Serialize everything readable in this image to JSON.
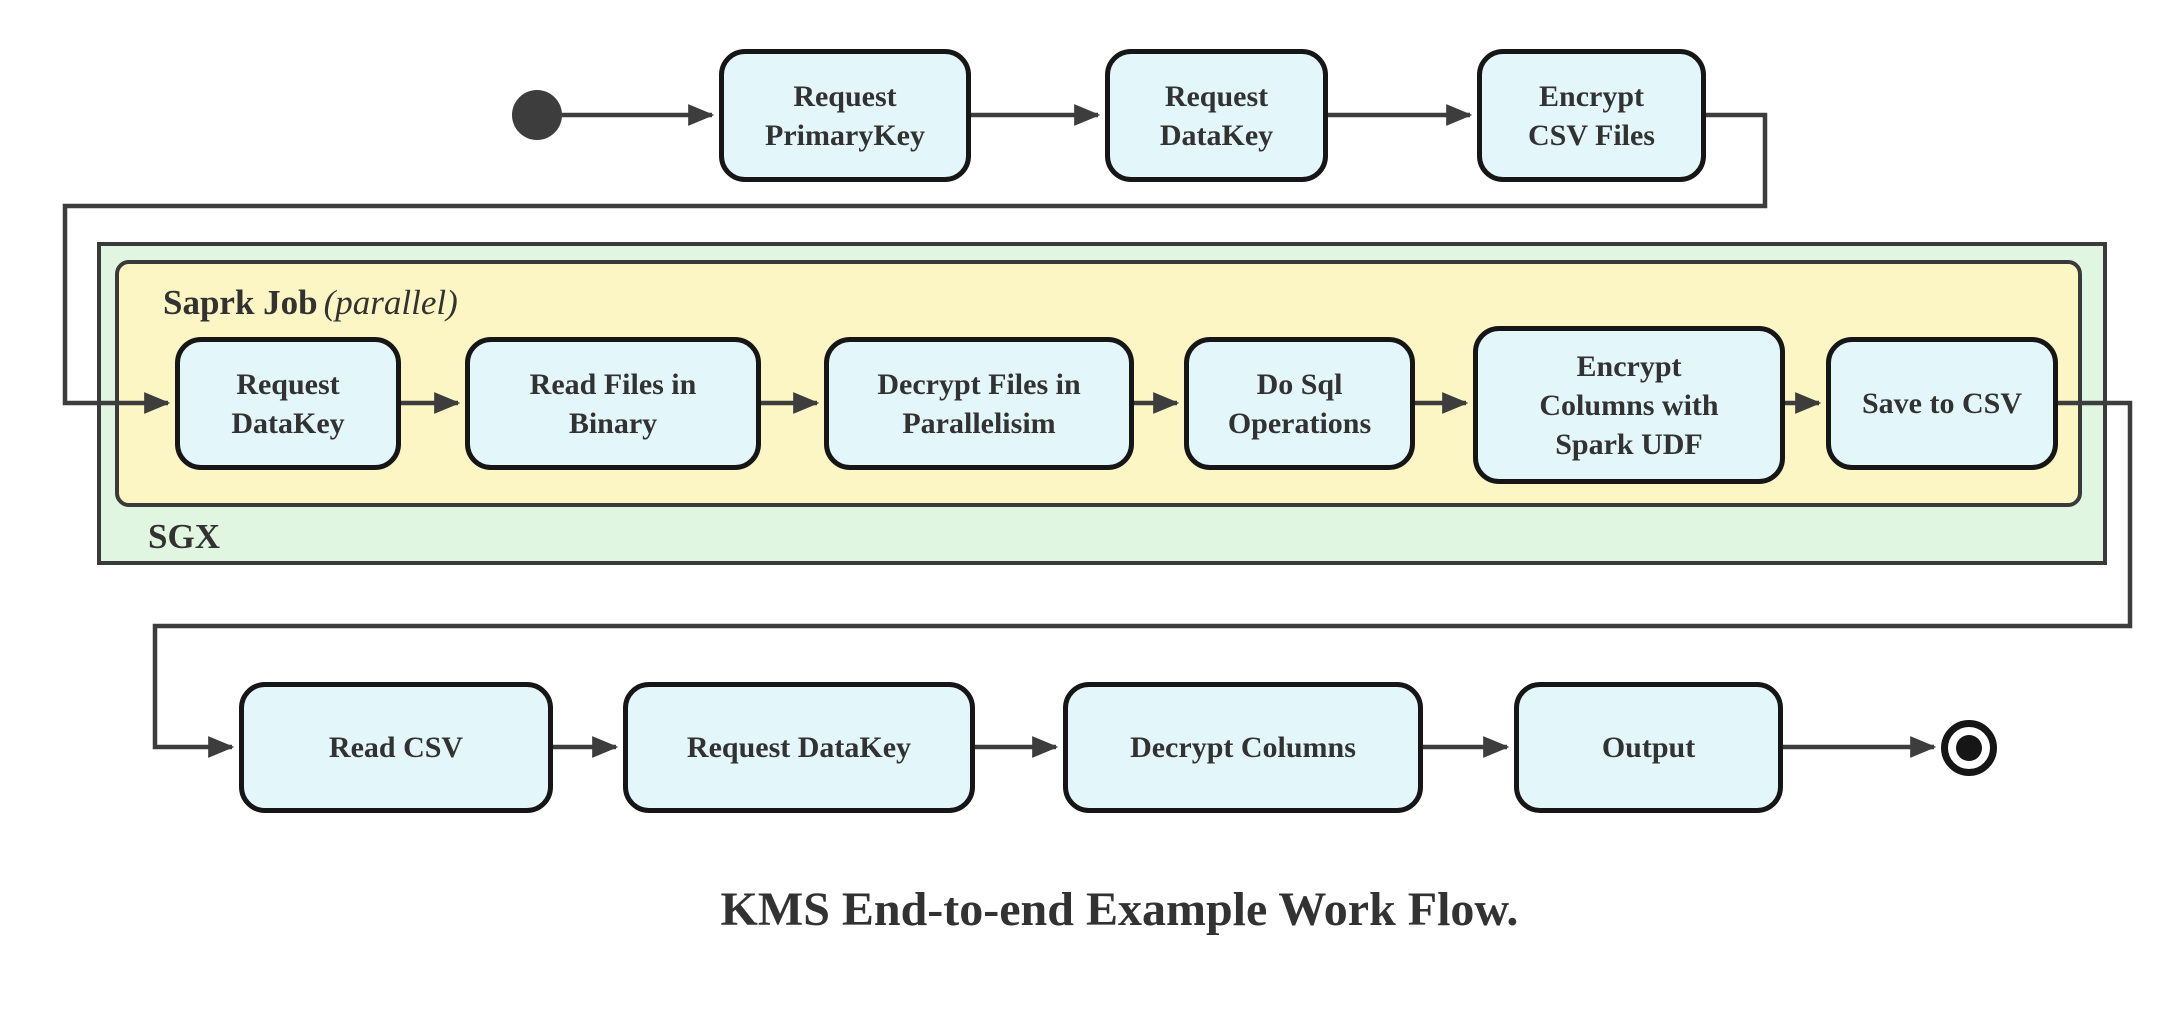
{
  "diagram": {
    "caption": "KMS End-to-end Example Work Flow.",
    "outer_container": {
      "label": "SGX"
    },
    "inner_container": {
      "label_bold": "Saprk Job",
      "label_italic": "(parallel)"
    },
    "start_node": "initial-state",
    "end_node": "final-state",
    "top_row": [
      {
        "id": "request-primarykey",
        "label": "Request\nPrimaryKey"
      },
      {
        "id": "request-datakey",
        "label": "Request\nDataKey"
      },
      {
        "id": "encrypt-csv-files",
        "label": "Encrypt\nCSV Files"
      }
    ],
    "sgx_row": [
      {
        "id": "request-datakey-sgx",
        "label": "Request\nDataKey"
      },
      {
        "id": "read-files-in-binary",
        "label": "Read Files in\nBinary"
      },
      {
        "id": "decrypt-files-in-parallelisim",
        "label": "Decrypt Files in\nParallelisim"
      },
      {
        "id": "do-sql-operations",
        "label": "Do Sql\nOperations"
      },
      {
        "id": "encrypt-columns-with-spark-udf",
        "label": "Encrypt\nColumns with\nSpark UDF"
      },
      {
        "id": "save-to-csv",
        "label": "Save to CSV"
      }
    ],
    "bottom_row": [
      {
        "id": "read-csv",
        "label": "Read CSV"
      },
      {
        "id": "request-datakey-client",
        "label": "Request DataKey"
      },
      {
        "id": "decrypt-columns",
        "label": "Decrypt Columns"
      },
      {
        "id": "output",
        "label": "Output"
      }
    ]
  },
  "colors": {
    "background": "#ffffff",
    "node_fill": "#e3f7fb",
    "node_border": "#161616",
    "sgx_fill": "#e1f6e0",
    "spark_fill": "#fcf6c4",
    "container_border": "#3a3a3a",
    "connector": "#3d3d3d",
    "text_color": "#323232"
  }
}
